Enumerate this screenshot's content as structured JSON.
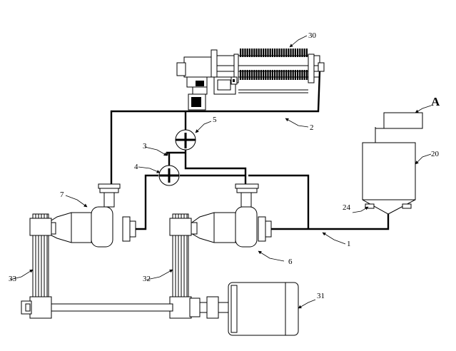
{
  "labels": {
    "filter_press": "30",
    "pipe_2": "2",
    "valve_5": "5",
    "pipe_3": "3",
    "valve_4": "4",
    "pump_7": "7",
    "pump_6": "6",
    "pipe_1": "1",
    "tank": "20",
    "outlet": "24",
    "controller": "A",
    "belt_33": "33",
    "belt_32": "32",
    "motor": "31"
  }
}
